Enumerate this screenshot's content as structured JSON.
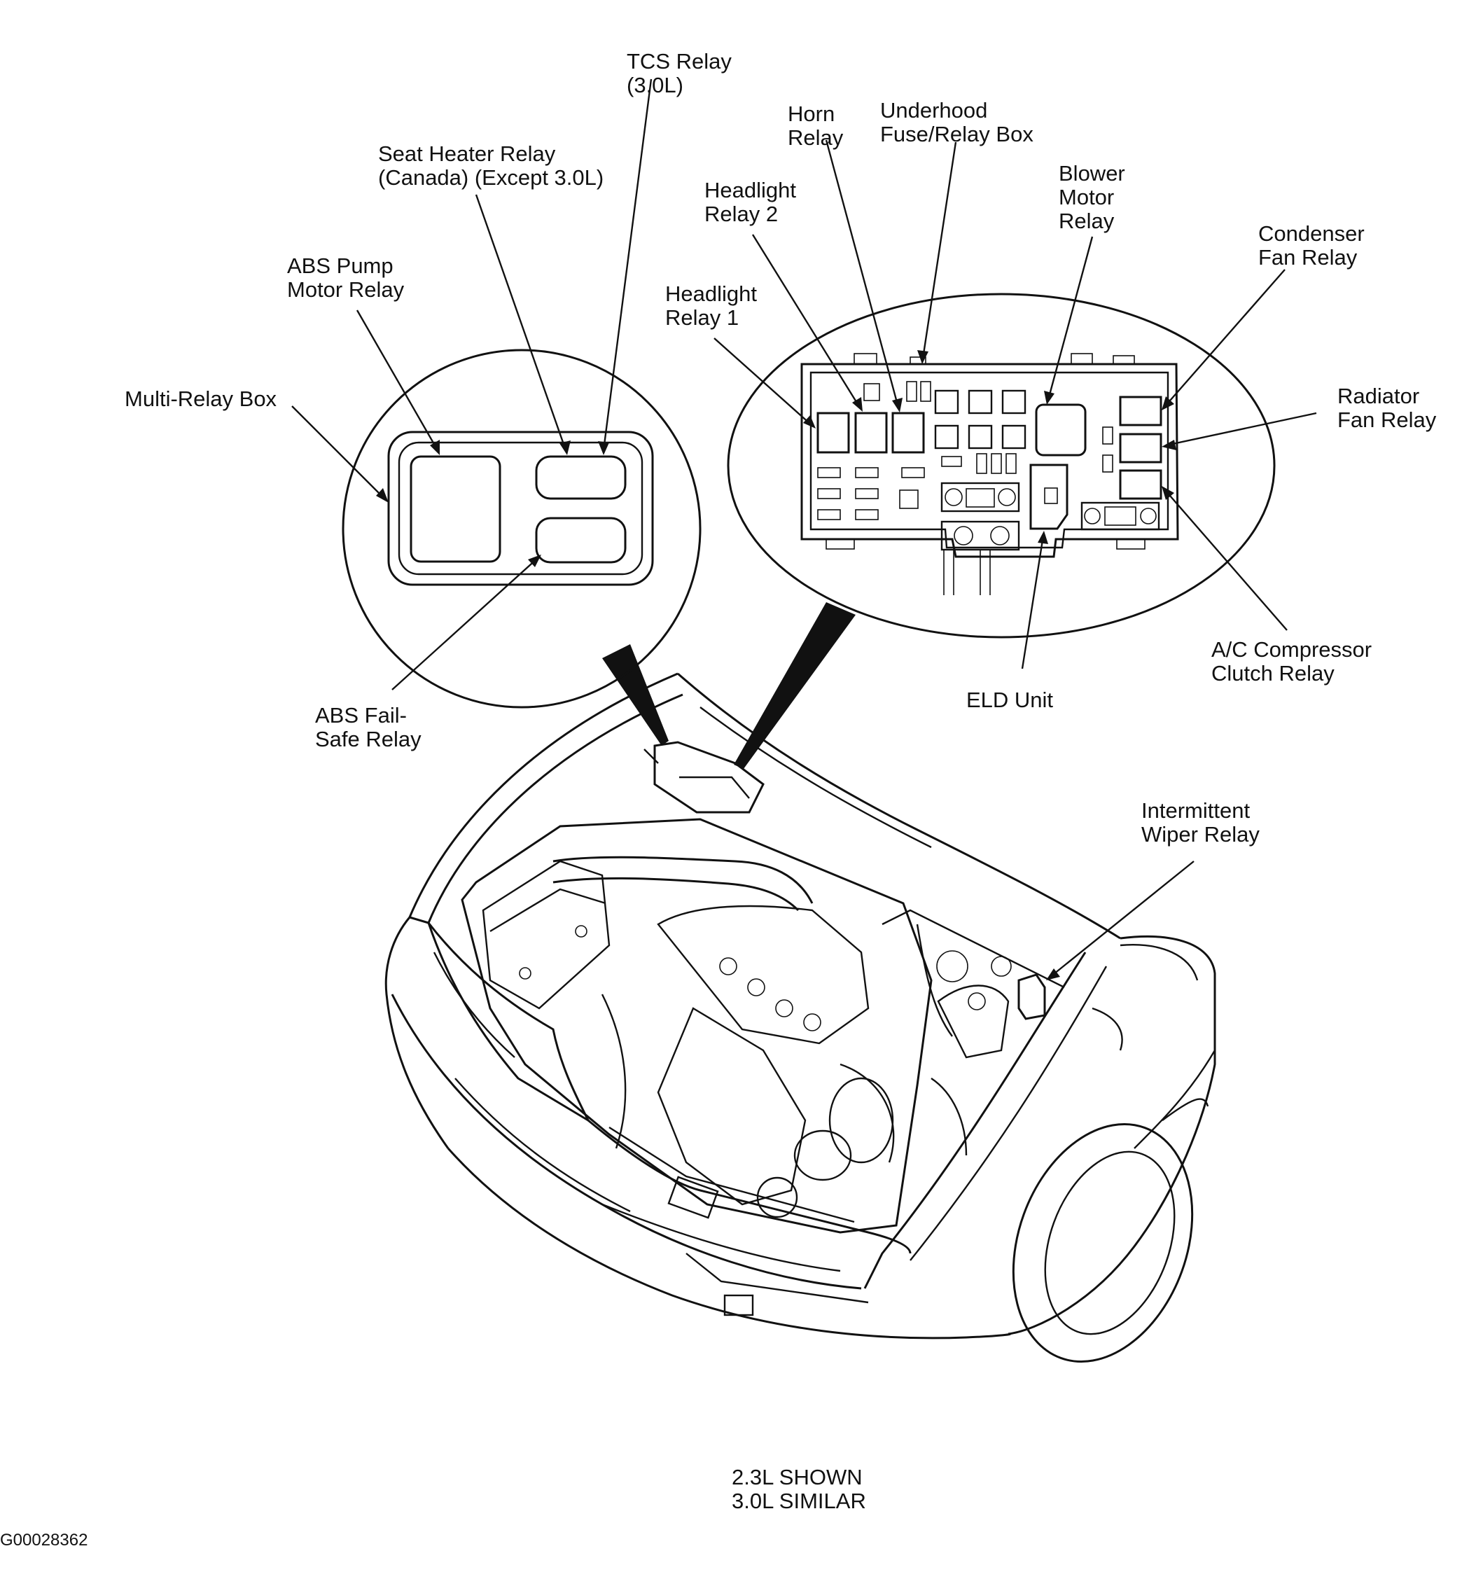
{
  "diagram": {
    "multi_relay_callouts": {
      "tcs_relay": [
        "TCS Relay",
        "(3.0L)"
      ],
      "seat_heater_relay": [
        "Seat Heater Relay",
        "(Canada) (Except 3.0L)"
      ],
      "abs_pump_motor_relay": [
        "ABS Pump",
        "Motor Relay"
      ],
      "multi_relay_box": [
        "Multi-Relay Box"
      ],
      "abs_fail_safe_relay": [
        "ABS Fail-",
        "Safe Relay"
      ]
    },
    "underhood_callouts": {
      "horn_relay": [
        "Horn",
        "Relay"
      ],
      "underhood_fuse_relay_box": [
        "Underhood",
        "Fuse/Relay Box"
      ],
      "headlight_relay_2": [
        "Headlight",
        "Relay 2"
      ],
      "blower_motor_relay": [
        "Blower",
        "Motor",
        "Relay"
      ],
      "condenser_fan_relay": [
        "Condenser",
        "Fan Relay"
      ],
      "headlight_relay_1": [
        "Headlight",
        "Relay 1"
      ],
      "radiator_fan_relay": [
        "Radiator",
        "Fan Relay"
      ],
      "ac_compressor_clutch_relay": [
        "A/C Compressor",
        "Clutch Relay"
      ],
      "eld_unit": [
        "ELD Unit"
      ]
    },
    "car_callouts": {
      "intermittent_wiper_relay": [
        "Intermittent",
        "Wiper Relay"
      ]
    },
    "caption": [
      "2.3L SHOWN",
      "3.0L SIMILAR"
    ],
    "figure_id": "G00028362"
  }
}
